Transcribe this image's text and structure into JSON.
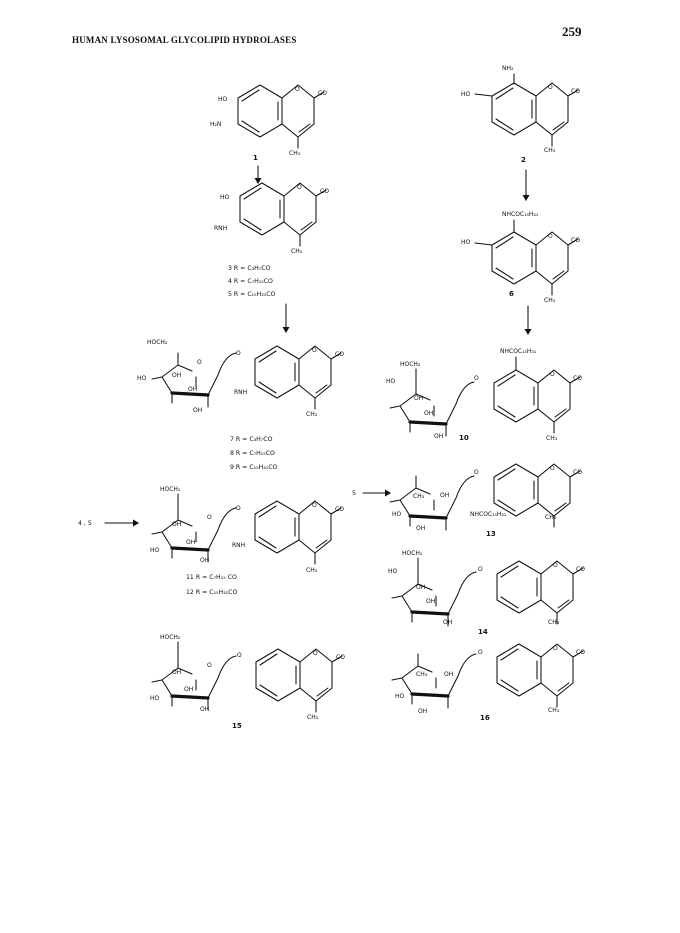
{
  "header": {
    "running_title": "HUMAN LYSOSOMAL GLYCOLIPID HYDROLASES",
    "page_number": "259"
  },
  "atoms": {
    "ho": "HO",
    "oh": "OH",
    "o": "O",
    "co": "CO",
    "ch3": "CH₃",
    "h2n": "H₂N",
    "nh2": "NH₂",
    "rnh": "RNH",
    "hoch2": "HOCH₂",
    "nhcoc15h31": "NHCOC₁₅H₃₁"
  },
  "compounds": {
    "c1": "1",
    "c2": "2",
    "c6": "6",
    "c10": "10",
    "c13": "13",
    "c14": "14",
    "c15": "15",
    "c16": "16"
  },
  "r_groups": {
    "r3": "3 R = C₃H₇CO",
    "r4": "4 R = C₇H₁₅CO",
    "r5": "5 R = C₁₅H₃₁CO",
    "r7": "7 R = C₃H₇CO",
    "r8": "8 R = C₇H₁₅CO",
    "r9": "9 R = C₁₅H₃₁CO",
    "r11": "11 R = C₇H₁₅ CO",
    "r12": "12 R = C₁₅H₃₁CO"
  },
  "reagents": {
    "left": "4 , 5",
    "middle": "5"
  }
}
